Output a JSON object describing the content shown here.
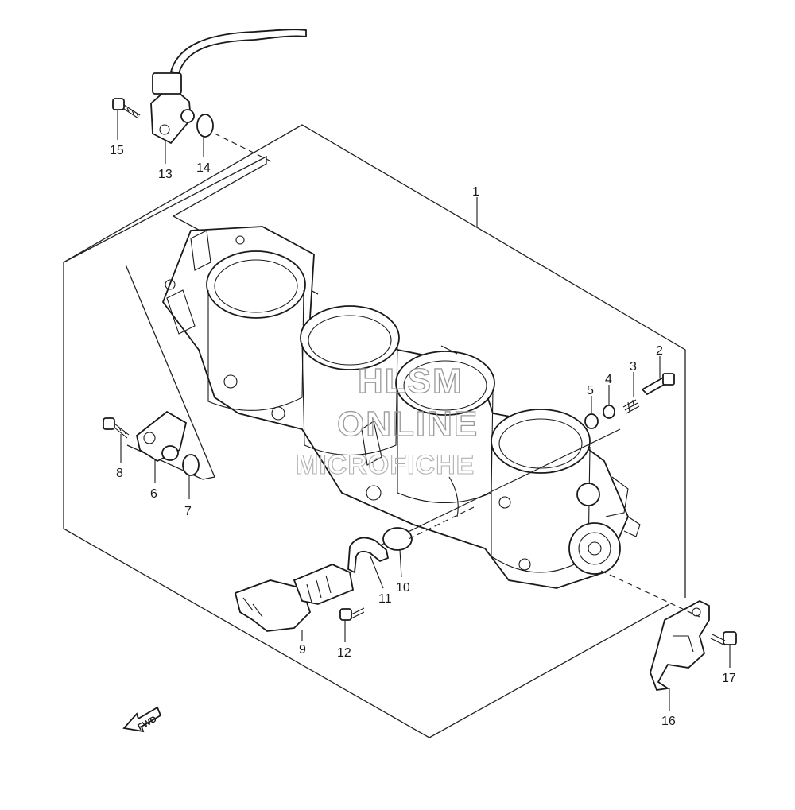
{
  "diagram": {
    "watermark": {
      "line1": "HLSM",
      "line2": "ONLINE",
      "line3": "MICROFICHE"
    },
    "fwd_label": "FWD",
    "callouts": [
      {
        "id": "1",
        "text": "1"
      },
      {
        "id": "2",
        "text": "2"
      },
      {
        "id": "3",
        "text": "3"
      },
      {
        "id": "4",
        "text": "4"
      },
      {
        "id": "5",
        "text": "5"
      },
      {
        "id": "6",
        "text": "6"
      },
      {
        "id": "7",
        "text": "7"
      },
      {
        "id": "8",
        "text": "8"
      },
      {
        "id": "9",
        "text": "9"
      },
      {
        "id": "10",
        "text": "10"
      },
      {
        "id": "11",
        "text": "11"
      },
      {
        "id": "12",
        "text": "12"
      },
      {
        "id": "13",
        "text": "13"
      },
      {
        "id": "14",
        "text": "14"
      },
      {
        "id": "15",
        "text": "15"
      },
      {
        "id": "16",
        "text": "16"
      },
      {
        "id": "17",
        "text": "17"
      }
    ],
    "colors": {
      "line": "#1a1a1a",
      "watermark": "#9a9a9a",
      "background": "#ffffff"
    }
  }
}
